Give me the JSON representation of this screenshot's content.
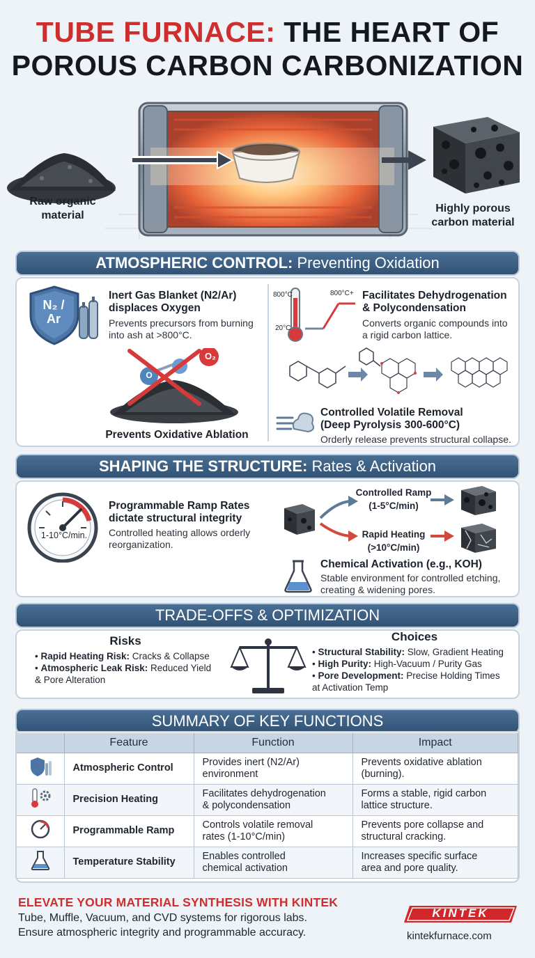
{
  "title": {
    "line1_red": "TUBE FURNACE:",
    "line1_dark": " THE HEART OF",
    "line2": "POROUS CARBON CARBONIZATION"
  },
  "hero": {
    "left_label": "Raw organic\nmaterial",
    "right_label": "Highly porous\ncarbon material"
  },
  "atmospheric": {
    "banner_bold": "ATMOSPHERIC CONTROL:",
    "banner_rest": " Preventing Oxidation",
    "shield_text": "N₂ /\nAr",
    "inert_title": "Inert Gas Blanket (N2/Ar)\ndisplaces Oxygen",
    "inert_desc": "Prevents precursors from burning\ninto ash at >800°C.",
    "o2_label": "O₂",
    "o_label": "O",
    "ablation_title": "Prevents Oxidative Ablation",
    "thermo_top": "800°C",
    "thermo_bottom": "20°C",
    "ramp_label": "800°C+",
    "dehydro_title": "Facilitates Dehydrogenation\n& Polycondensation",
    "dehydro_desc": "Converts organic compounds into\na rigid carbon lattice.",
    "volatile_title": "Controlled Volatile Removal\n(Deep Pyrolysis 300-600°C)",
    "volatile_desc": "Orderly release prevents structural collapse."
  },
  "shaping": {
    "banner_bold": "SHAPING THE STRUCTURE:",
    "banner_rest": " Rates & Activation",
    "gauge_label": "1-10°C/min.",
    "ramp_title": "Programmable Ramp Rates\ndictate structural integrity",
    "ramp_desc": "Controlled heating allows orderly\nreorganization.",
    "controlled_ramp": "Controlled Ramp\n(1-5°C/min)",
    "rapid_heating": "Rapid Heating\n(>10°C/min)",
    "activation_title": "Chemical Activation (e.g., KOH)",
    "activation_desc": "Stable environment for controlled etching,\ncreating & widening pores."
  },
  "tradeoffs": {
    "banner": "TRADE-OFFS & OPTIMIZATION",
    "risks_title": "Risks",
    "risks": [
      {
        "bold": "Rapid Heating Risk:",
        "text": " Cracks & Collapse"
      },
      {
        "bold": "Atmospheric Leak Risk:",
        "text": " Reduced Yield\n& Pore Alteration"
      }
    ],
    "choices_title": "Choices",
    "choices": [
      {
        "bold": "Structural Stability:",
        "text": " Slow, Gradient Heating"
      },
      {
        "bold": "High Purity:",
        "text": " High-Vacuum / Purity Gas"
      },
      {
        "bold": "Pore Development:",
        "text": " Precise Holding Times\nat Activation Temp"
      }
    ]
  },
  "summary": {
    "banner": "SUMMARY OF KEY FUNCTIONS",
    "headers": [
      "Feature",
      "Function",
      "Impact"
    ],
    "rows": [
      {
        "feature": "Atmospheric Control",
        "function": "Provides inert (N2/Ar)\nenvironment",
        "impact": "Prevents oxidative ablation\n(burning)."
      },
      {
        "feature": "Precision Heating",
        "function": "Facilitates dehydrogenation\n& polycondensation",
        "impact": "Forms a stable, rigid carbon\nlattice structure."
      },
      {
        "feature": "Programmable Ramp",
        "function": "Controls volatile removal\nrates (1-10°C/min)",
        "impact": "Prevents pore collapse and\nstructural cracking."
      },
      {
        "feature": "Temperature Stability",
        "function": "Enables controlled\nchemical activation",
        "impact": "Increases specific surface\narea and pore quality."
      }
    ]
  },
  "footer": {
    "headline": "ELEVATE YOUR MATERIAL SYNTHESIS WITH KINTEK",
    "line1": "Tube, Muffle, Vacuum, and CVD systems for rigorous labs.",
    "line2": "Ensure atmospheric integrity and programmable accuracy.",
    "logo": "KINTEK",
    "site": "kintekfurnace.com"
  },
  "colors": {
    "accent_red": "#cf2e2e",
    "banner_blue": "#2f5275",
    "background": "#eef3f8"
  }
}
